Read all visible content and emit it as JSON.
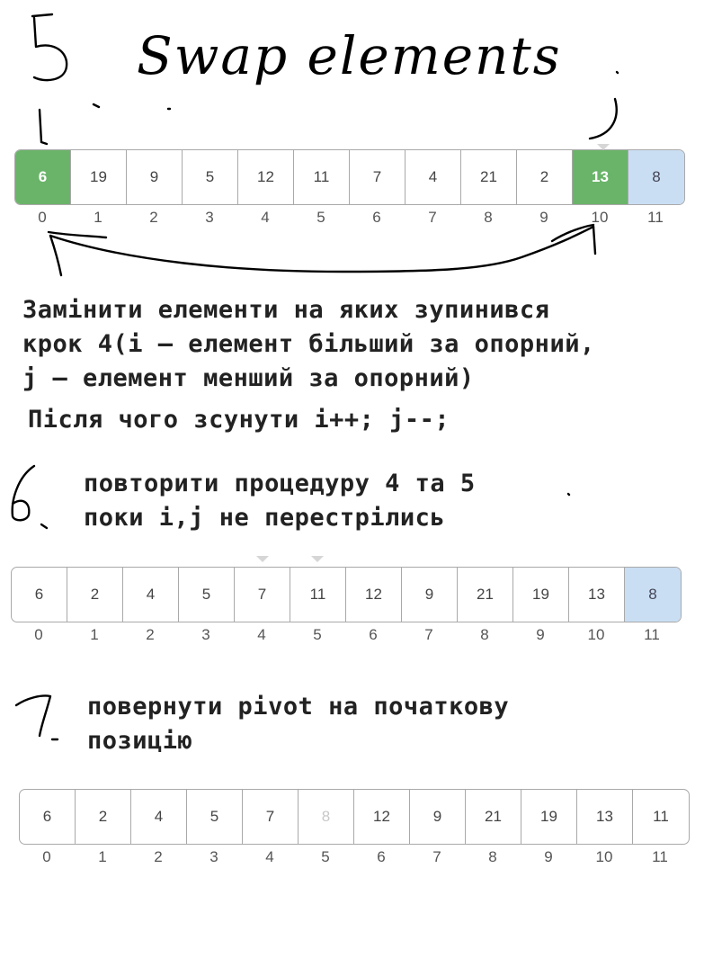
{
  "step5": {
    "number": "5",
    "title": "Swap elements",
    "i_marker": "i",
    "j_marker": "j",
    "array": [
      "6",
      "19",
      "9",
      "5",
      "12",
      "11",
      "7",
      "4",
      "21",
      "2",
      "13",
      "8"
    ],
    "indices": [
      "0",
      "1",
      "2",
      "3",
      "4",
      "5",
      "6",
      "7",
      "8",
      "9",
      "10",
      "11"
    ],
    "highlight_green": [
      0,
      10
    ],
    "highlight_blue": [
      11
    ],
    "text_lines": [
      "Замінити елементи на яких зупинився",
      "крок 4(i – елемент більший за опорний,",
      "j – елемент менший за опорний)"
    ],
    "after_text": "Після чого зсунути i++; j--;"
  },
  "step6": {
    "number": "6",
    "text_lines": [
      "повторити процедуру 4 та 5",
      "поки i,j не перестрілись"
    ],
    "array": [
      "6",
      "2",
      "4",
      "5",
      "7",
      "11",
      "12",
      "9",
      "21",
      "19",
      "13",
      "8"
    ],
    "indices": [
      "0",
      "1",
      "2",
      "3",
      "4",
      "5",
      "6",
      "7",
      "8",
      "9",
      "10",
      "11"
    ],
    "highlight_blue": [
      11
    ]
  },
  "step7": {
    "number": "7",
    "text_lines": [
      "повернути pivot на початкову",
      "позицію"
    ],
    "array": [
      "6",
      "2",
      "4",
      "5",
      "7",
      "8",
      "12",
      "9",
      "21",
      "19",
      "13",
      "11"
    ],
    "indices": [
      "0",
      "1",
      "2",
      "3",
      "4",
      "5",
      "6",
      "7",
      "8",
      "9",
      "10",
      "11"
    ],
    "faded": [
      5
    ]
  }
}
